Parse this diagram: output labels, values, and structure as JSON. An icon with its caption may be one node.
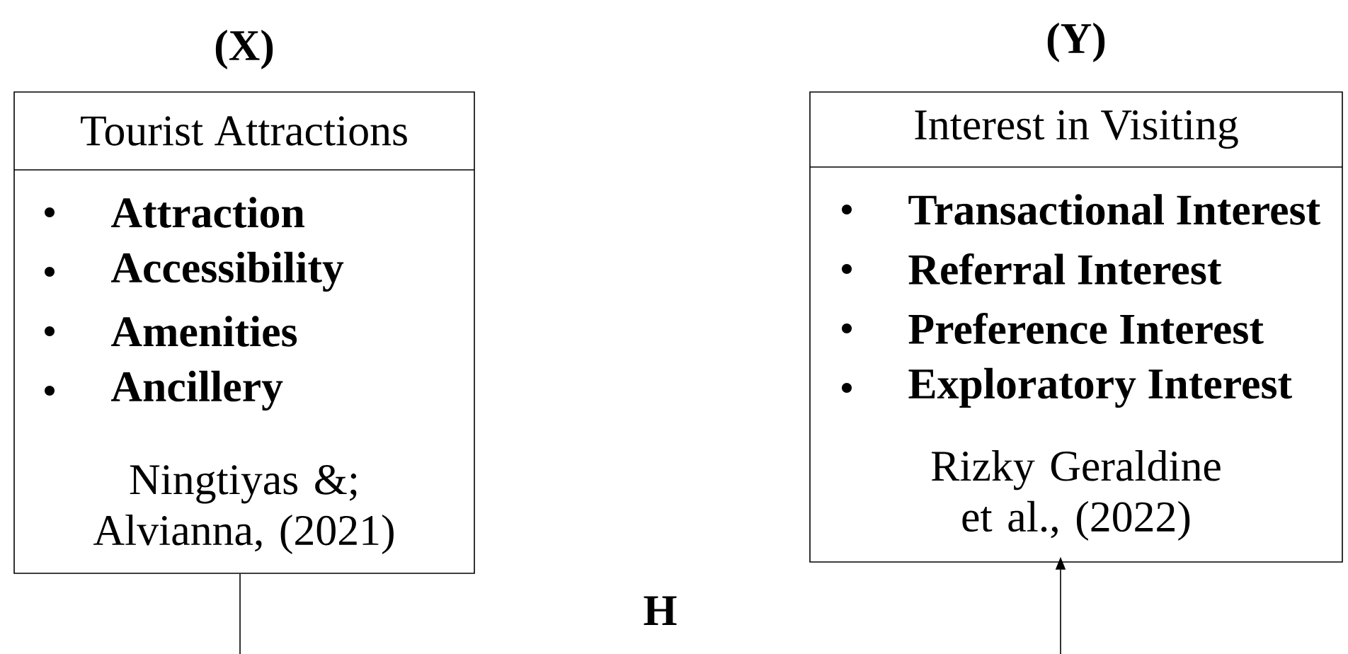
{
  "diagram": {
    "nodes": [
      {
        "text": [
          "(X)",
          "Tourist Attractions",
          "Attraction",
          "Accessibility",
          "Amenities",
          "Ancillery",
          "Ningtiyas &; Alvianna, (2021)"
        ]
      },
      {
        "text": [
          "(Y)",
          "Interest in Visiting",
          "Transactional Interest",
          "Referral Interest",
          "Preference Interest",
          "Exploratory Interest",
          "Rizky Geraldine et al., (2022)"
        ]
      }
    ],
    "edges": [
      {
        "from": 0,
        "to": 1,
        "arrow": "to",
        "label": "H"
      }
    ]
  }
}
